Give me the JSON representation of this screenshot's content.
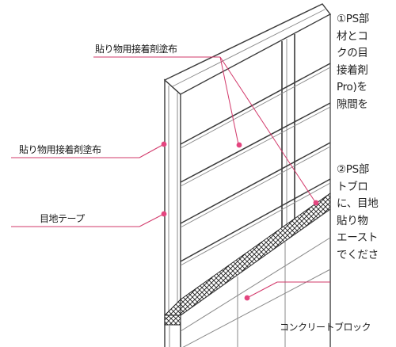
{
  "labels": {
    "adhesive_top": "貼り物用接着剤塗布",
    "adhesive_left": "貼り物用接着剤塗布",
    "joint_tape": "目地テープ",
    "block": "コンクリートブロック"
  },
  "notes": {
    "note1": "①PS部\n材とコ\nクの目\n接着剤\nPro)を\n隙間を",
    "note2": "②PS部\nトブロ\nに、目地\n貼り物\nエースト\nでくださ"
  },
  "colors": {
    "leader": "#d2386a",
    "dot": "#e4457f",
    "stroke": "#3a3a3a",
    "light_stroke": "#8a8a8a"
  }
}
